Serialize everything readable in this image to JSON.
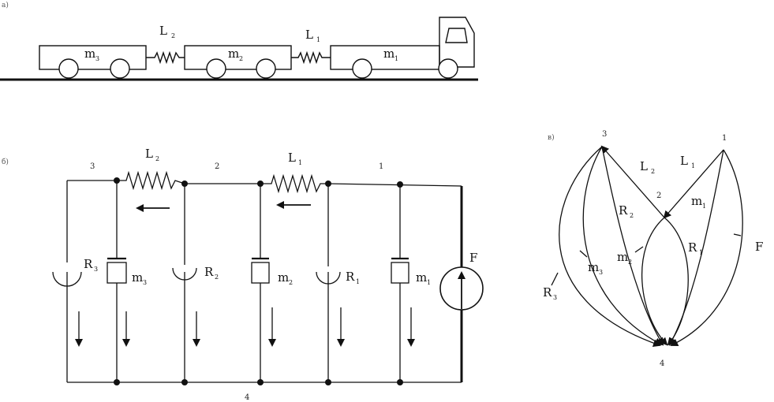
{
  "panel_a": {
    "label": "a)",
    "springs": [
      {
        "symbol": "L",
        "sub": "2"
      },
      {
        "symbol": "L",
        "sub": "1"
      }
    ],
    "masses": [
      {
        "symbol": "m",
        "sub": "3"
      },
      {
        "symbol": "m",
        "sub": "2"
      },
      {
        "symbol": "m",
        "sub": "1"
      }
    ]
  },
  "panel_b": {
    "label": "б)",
    "nodes": [
      "3",
      "2",
      "1",
      "4"
    ],
    "springs": [
      {
        "symbol": "L",
        "sub": "2"
      },
      {
        "symbol": "L",
        "sub": "1"
      }
    ],
    "dampers": [
      {
        "symbol": "R",
        "sub": "3"
      },
      {
        "symbol": "R",
        "sub": "2"
      },
      {
        "symbol": "R",
        "sub": "1"
      }
    ],
    "masses": [
      {
        "symbol": "m",
        "sub": "3"
      },
      {
        "symbol": "m",
        "sub": "2"
      },
      {
        "symbol": "m",
        "sub": "1"
      }
    ],
    "source": "F"
  },
  "panel_c": {
    "label": "в)",
    "nodes": [
      "3",
      "1",
      "2",
      "4"
    ],
    "edges": [
      {
        "symbol": "L",
        "sub": "2"
      },
      {
        "symbol": "L",
        "sub": "1"
      },
      {
        "symbol": "R",
        "sub": "2"
      },
      {
        "symbol": "m",
        "sub": "1"
      },
      {
        "symbol": "F",
        "sub": ""
      },
      {
        "symbol": "R",
        "sub": "1"
      },
      {
        "symbol": "m",
        "sub": "2"
      },
      {
        "symbol": "m",
        "sub": "3"
      },
      {
        "symbol": "R",
        "sub": "3"
      }
    ]
  },
  "colors": {
    "ink": "#111111",
    "background": "#ffffff"
  }
}
